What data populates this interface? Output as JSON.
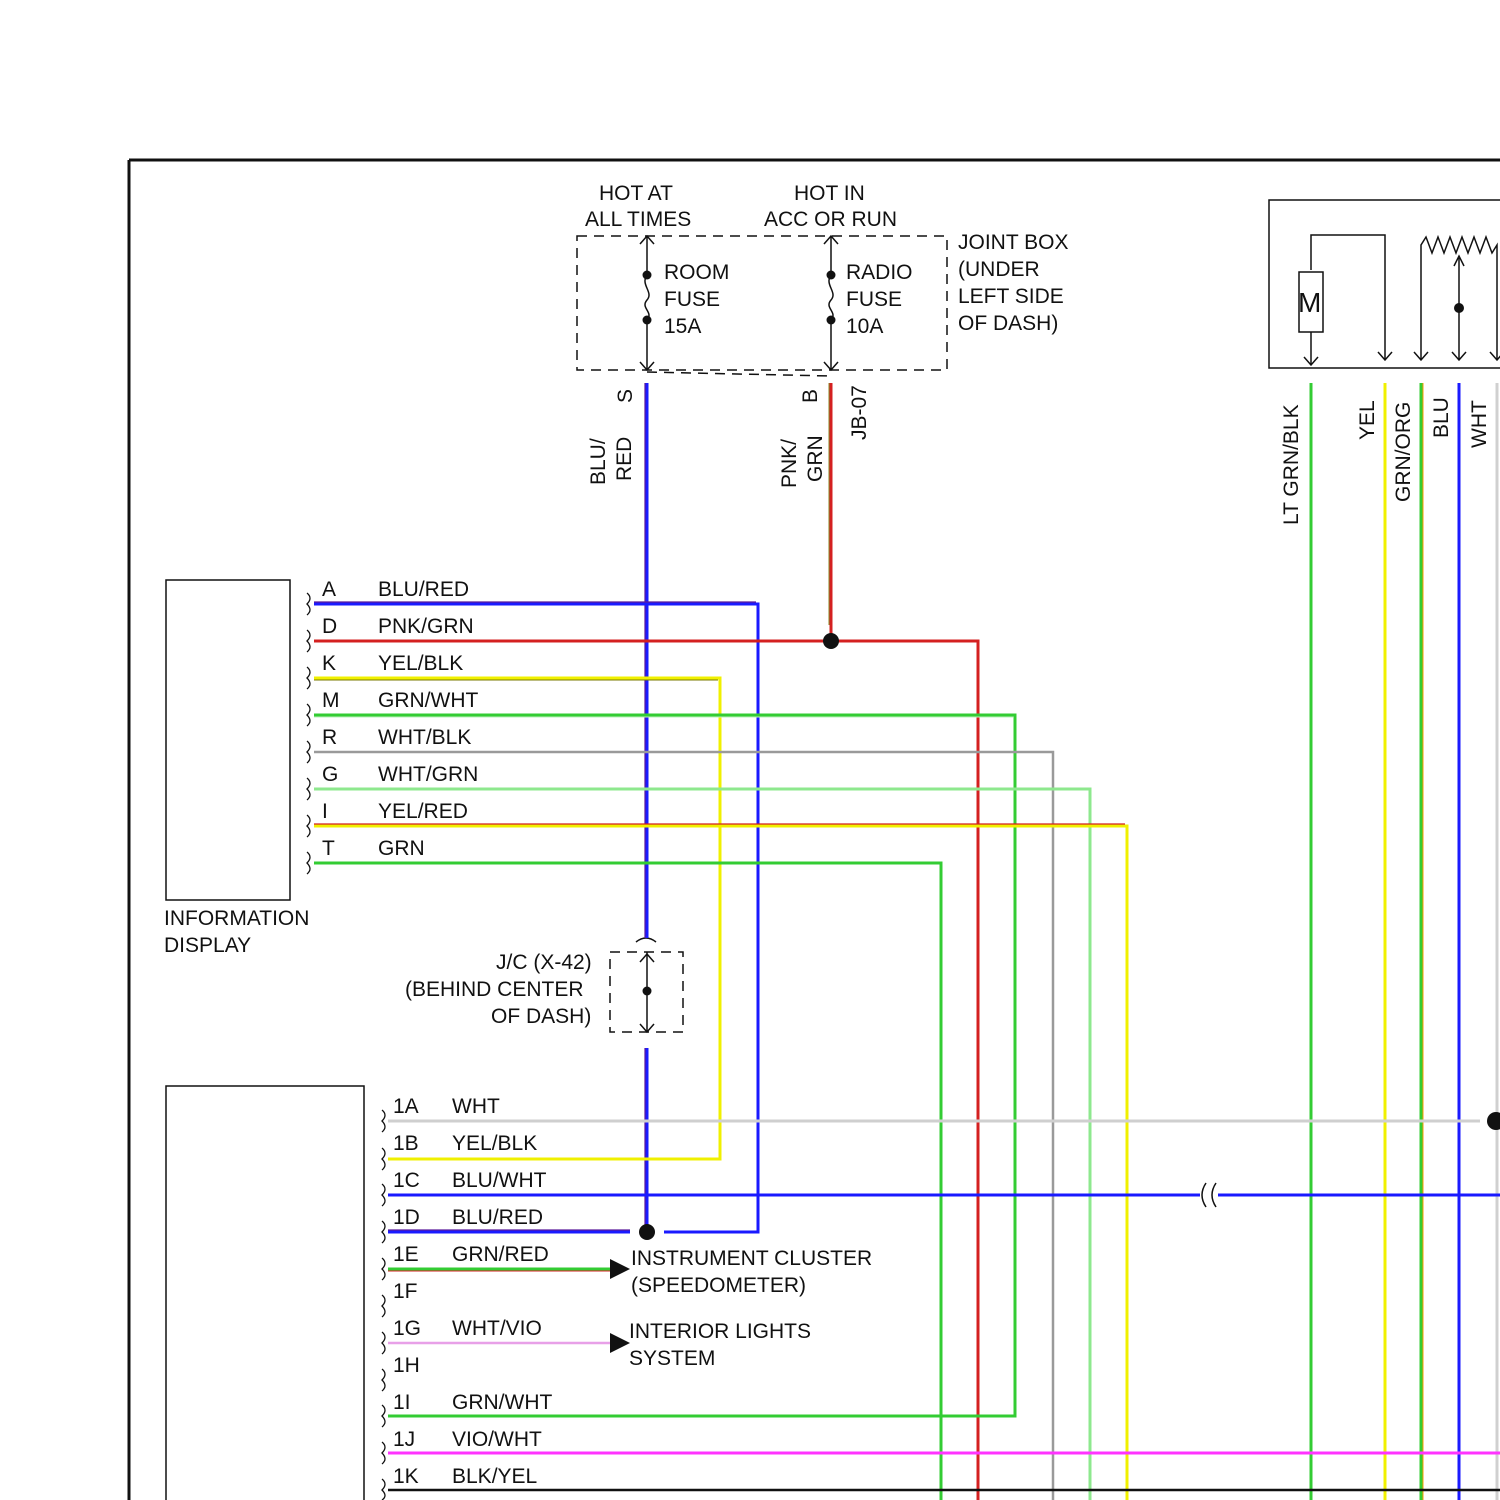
{
  "labels": {
    "hot_at_line1": "HOT AT",
    "hot_at_line2": "ALL TIMES",
    "hot_in_line1": "HOT IN",
    "hot_in_line2": "ACC OR RUN",
    "room_fuse_1": "ROOM",
    "room_fuse_2": "FUSE",
    "room_fuse_3": "15A",
    "radio_fuse_1": "RADIO",
    "radio_fuse_2": "FUSE",
    "radio_fuse_3": "10A",
    "joint_box_1": "JOINT BOX",
    "joint_box_2": "(UNDER",
    "joint_box_3": "LEFT SIDE",
    "joint_box_4": "OF DASH)",
    "pin_s": "S",
    "pin_b": "B",
    "jb07": "JB-07",
    "blu_red_v1": "BLU/",
    "blu_red_v2": "RED",
    "pnk_grn_v1": "PNK/",
    "pnk_grn_v2": "GRN",
    "info_display_1": "INFORMATION",
    "info_display_2": "DISPLAY",
    "jc_1": "J/C (X-42)",
    "jc_2": "(BEHIND CENTER",
    "jc_3": "OF DASH)",
    "cluster_1": "INSTRUMENT CLUSTER",
    "cluster_2": "(SPEEDOMETER)",
    "interior_1": "INTERIOR LIGHTS",
    "interior_2": "SYSTEM",
    "motor_m": "M",
    "right_lt_grn_blk": "LT GRN/BLK",
    "right_yel": "YEL",
    "right_grn_org": "GRN/ORG",
    "right_blu": "BLU",
    "right_wht": "WHT"
  },
  "info_pins": [
    {
      "pin": "A",
      "wire": "BLU/RED"
    },
    {
      "pin": "D",
      "wire": "PNK/GRN"
    },
    {
      "pin": "K",
      "wire": "YEL/BLK"
    },
    {
      "pin": "M",
      "wire": "GRN/WHT"
    },
    {
      "pin": "R",
      "wire": "WHT/BLK"
    },
    {
      "pin": "G",
      "wire": "WHT/GRN"
    },
    {
      "pin": "I",
      "wire": "YEL/RED"
    },
    {
      "pin": "T",
      "wire": "GRN"
    }
  ],
  "radio_pins": [
    {
      "pin": "1A",
      "wire": "WHT"
    },
    {
      "pin": "1B",
      "wire": "YEL/BLK"
    },
    {
      "pin": "1C",
      "wire": "BLU/WHT"
    },
    {
      "pin": "1D",
      "wire": "BLU/RED"
    },
    {
      "pin": "1E",
      "wire": "GRN/RED"
    },
    {
      "pin": "1F",
      "wire": ""
    },
    {
      "pin": "1G",
      "wire": "WHT/VIO"
    },
    {
      "pin": "1H",
      "wire": ""
    },
    {
      "pin": "1I",
      "wire": "GRN/WHT"
    },
    {
      "pin": "1J",
      "wire": "VIO/WHT"
    },
    {
      "pin": "1K",
      "wire": "BLK/YEL"
    }
  ],
  "colors": {
    "blue": "#1a1aff",
    "purple": "#5a1a9a",
    "red": "#d42020",
    "yellow": "#f0f000",
    "green": "#33cc33",
    "light_green": "#8ee88e",
    "gray": "#9a9a9a",
    "light_gray": "#cfcfcf",
    "magenta": "#ff33ff",
    "orange": "#ff9900",
    "black": "#111111"
  }
}
